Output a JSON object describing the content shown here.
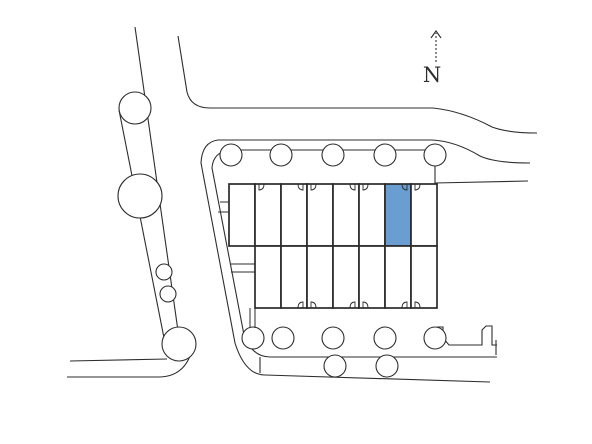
{
  "compass": {
    "label": "N"
  },
  "colors": {
    "highlight": "#6a9ed0",
    "line": "#2e2e2e",
    "background": "#ffffff"
  },
  "plan": {
    "highlighted_unit": "top-row-unit-7",
    "top_row_units": 8,
    "bottom_row_units": 7
  }
}
